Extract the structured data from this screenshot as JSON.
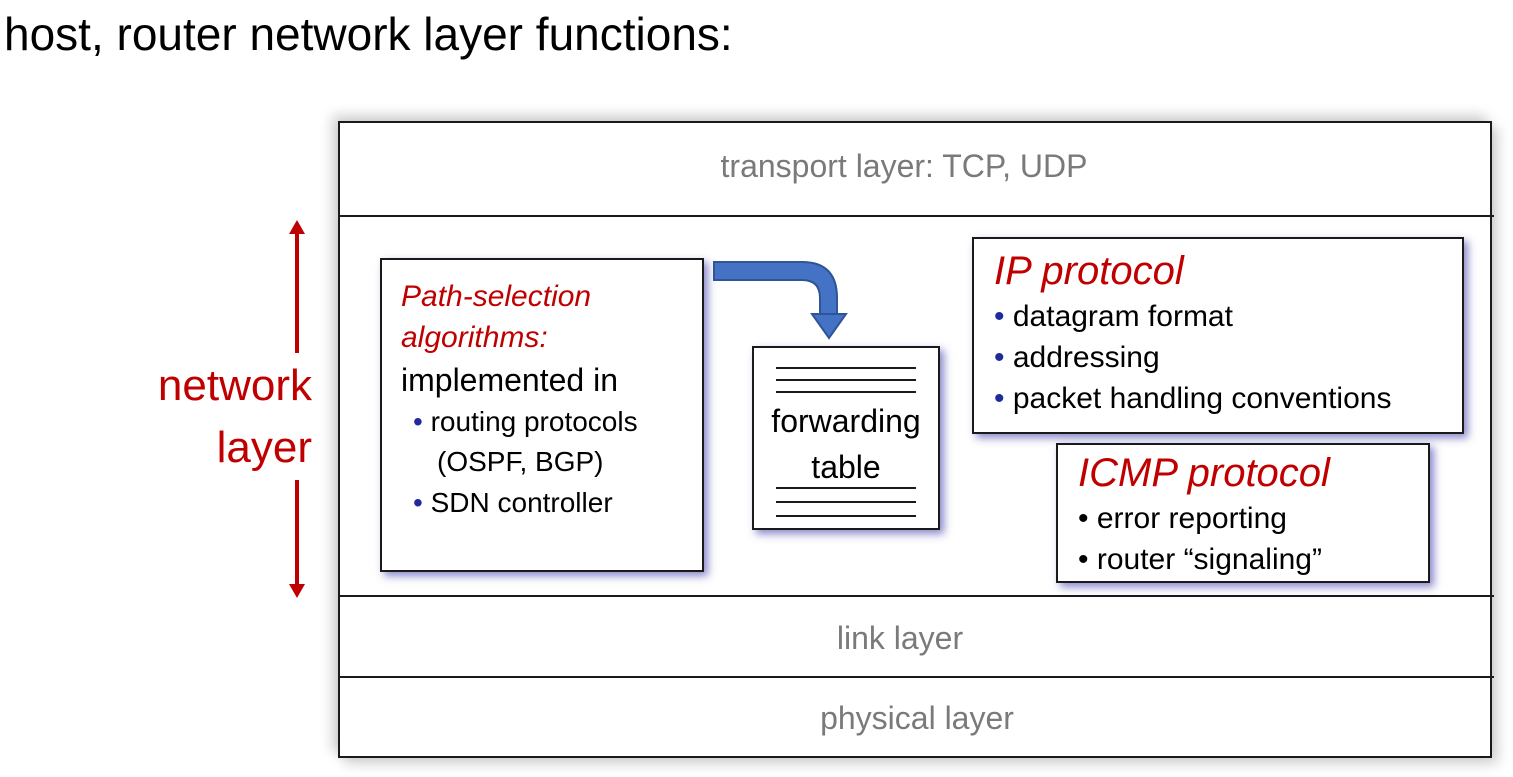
{
  "title": "host, router network layer functions:",
  "side_label": {
    "line1": "network",
    "line2": "layer"
  },
  "layers": {
    "transport": "transport layer: TCP, UDP",
    "link": "link layer",
    "physical": "physical layer"
  },
  "path_selection": {
    "heading1": "Path-selection",
    "heading2": "algorithms:",
    "subheading": "implemented in",
    "bullets": [
      {
        "line1": "routing protocols",
        "line2": "(OSPF, BGP)"
      },
      {
        "line1": "SDN controller"
      }
    ]
  },
  "forwarding_table": {
    "line1": "forwarding",
    "line2": "table"
  },
  "ip_protocol": {
    "heading": "IP protocol",
    "bullets": [
      "datagram format",
      "addressing",
      "packet handling conventions"
    ]
  },
  "icmp_protocol": {
    "heading": "ICMP protocol",
    "bullets": [
      "error reporting",
      "router “signaling”"
    ]
  },
  "colors": {
    "accent_red": "#c00000",
    "arrow_blue": "#4472c4",
    "layer_gray": "#7a7a7a",
    "bullet_blue": "#1f2a9c"
  },
  "icons": {
    "bullet": "•"
  }
}
